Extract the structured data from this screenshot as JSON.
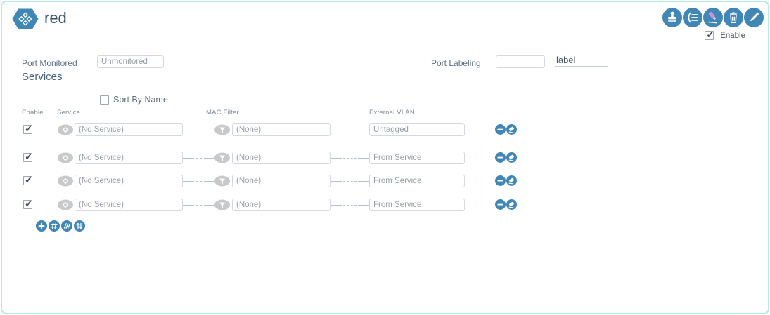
{
  "page": {
    "title": "red",
    "enable_label": "Enable",
    "enable_checked": true
  },
  "toolbar": {
    "icons": [
      "stamp",
      "list-details",
      "highlighter",
      "trash",
      "edit-pencil"
    ]
  },
  "form": {
    "port_monitored_label": "Port Monitored",
    "port_monitored_value": "Unmonitored",
    "port_labeling_label": "Port Labeling",
    "port_labeling_value": "",
    "port_label_value": "label"
  },
  "services": {
    "heading": "Services",
    "sort_by_name_label": "Sort By Name",
    "sort_by_name_checked": false,
    "columns": [
      "Enable",
      "Service",
      "MAC Filter",
      "External VLAN"
    ],
    "row_action_icons": [
      "remove-minus",
      "erase"
    ],
    "bottom_action_icons": [
      "add-plus",
      "hash",
      "clone-slashes",
      "reorder-arrows"
    ],
    "rows": [
      {
        "enabled": true,
        "service": "(No Service)",
        "mac_filter": "(None)",
        "external_vlan": "Untagged"
      },
      {
        "enabled": true,
        "service": "(No Service)",
        "mac_filter": "(None)",
        "external_vlan": "From Service"
      },
      {
        "enabled": true,
        "service": "(No Service)",
        "mac_filter": "(None)",
        "external_vlan": "From Service"
      },
      {
        "enabled": true,
        "service": "(No Service)",
        "mac_filter": "(None)",
        "external_vlan": "From Service"
      }
    ]
  },
  "colors": {
    "accent_blue": "#4187b5",
    "frame_cyan": "#b4e8f2",
    "highlighter_pink": "#cf8ed8",
    "icon_gray": "#c7c9cb"
  }
}
